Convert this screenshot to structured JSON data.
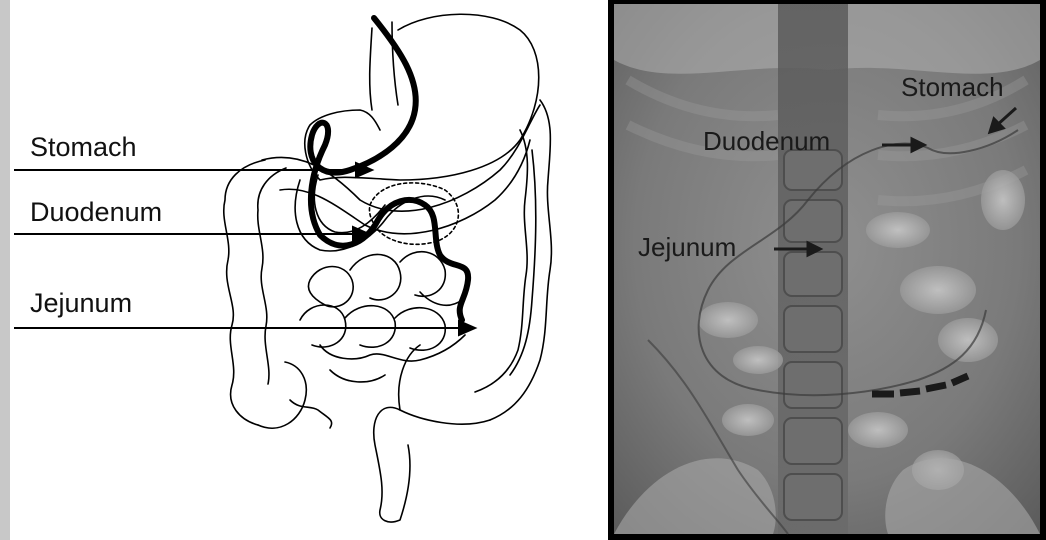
{
  "left_panel": {
    "labels": {
      "stomach": "Stomach",
      "duodenum": "Duodenum",
      "jejunum": "Jejunum"
    }
  },
  "right_panel": {
    "labels": {
      "stomach": "Stomach",
      "duodenum": "Duodenum",
      "jejunum": "Jejunum"
    }
  },
  "colors": {
    "line": "#000000",
    "xray_dark": "#3a3a3a",
    "xray_mid": "#8e8e8e",
    "xray_light": "#c4c4c4"
  }
}
